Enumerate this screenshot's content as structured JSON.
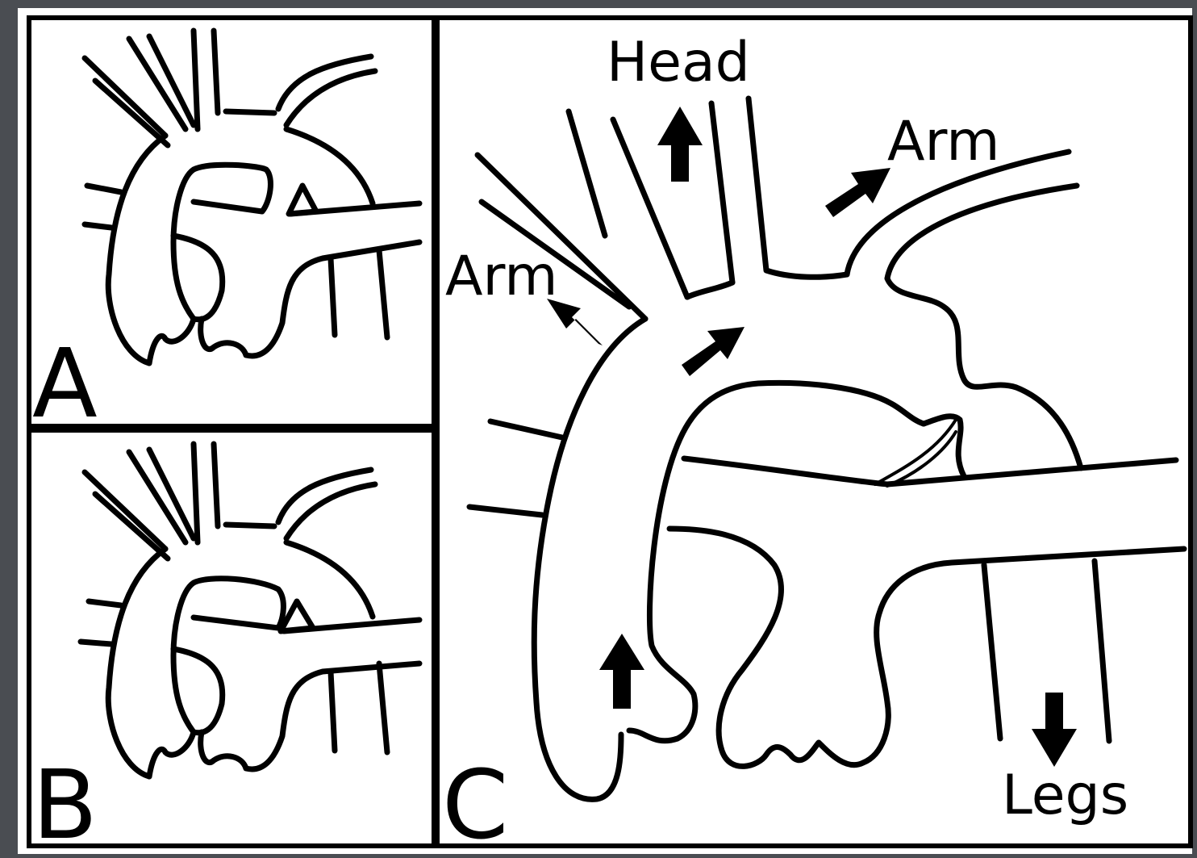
{
  "panels": [
    {
      "id": "A",
      "letter": "A"
    },
    {
      "id": "B",
      "letter": "B"
    },
    {
      "id": "C",
      "letter": "C"
    }
  ],
  "flow_labels": {
    "head": "Head",
    "left_arm": "Arm",
    "right_arm": "Arm",
    "legs": "Legs"
  },
  "colors": {
    "frame": "#4a4d52",
    "background": "#ffffff",
    "ink": "#000000"
  }
}
